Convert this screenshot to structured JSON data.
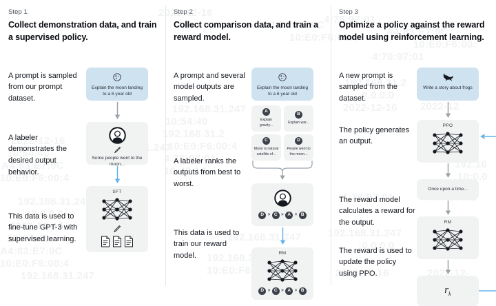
{
  "diagram_title": "InstructGPT / RLHF three-step training process",
  "columns": [
    {
      "step_label": "Step 1",
      "headline": "Collect demonstration data, and train a supervised policy.",
      "captions": [
        "A prompt is sampled from our prompt dataset.",
        "A labeler demonstrates the desired output behavior.",
        "This data is used to fine-tune GPT-3 with supervised learning."
      ],
      "prompt_card": {
        "icon": "moon-icon",
        "text": "Explain the moon landing to a 6 year old",
        "color": "#cfe2ef"
      },
      "labeler_card": {
        "icon": "labeler-icon",
        "text": "Some people went to the moon..."
      },
      "model_card": {
        "title": "SFT",
        "icon": "neural-network-icon",
        "extra_icon": "documents-icon"
      }
    },
    {
      "step_label": "Step 2",
      "headline": "Collect comparison data, and train a reward model.",
      "captions": [
        "A prompt and several model outputs are sampled.",
        "A labeler ranks the outputs from best to worst.",
        "This data is used to train our reward model."
      ],
      "prompt_card": {
        "icon": "moon-icon",
        "text": "Explain the moon landing to a 6 year old",
        "color": "#cfe2ef"
      },
      "outputs": [
        {
          "badge": "A",
          "text": "Explain gravity..."
        },
        {
          "badge": "B",
          "text": "Explain war..."
        },
        {
          "badge": "C",
          "text": "Moon is natural satellite of..."
        },
        {
          "badge": "D",
          "text": "People went to the moon..."
        }
      ],
      "ranking": {
        "items": [
          "D",
          "C",
          "A",
          "B"
        ],
        "operators": [
          ">",
          ">",
          "="
        ]
      },
      "labeler_card": {
        "icon": "labeler-icon"
      },
      "model_card": {
        "title": "RM",
        "icon": "neural-network-icon"
      }
    },
    {
      "step_label": "Step 3",
      "headline": "Optimize a policy against the reward model using reinforcement learning.",
      "captions": [
        "A new prompt is sampled from the dataset.",
        "The policy generates an output.",
        "The reward model calculates a reward for the output.",
        "The reward is used to update the policy using PPO."
      ],
      "prompt_card": {
        "icon": "frog-icon",
        "text": "Write a story about frogs",
        "color": "#cfe2ef"
      },
      "policy_card": {
        "title": "PPO",
        "icon": "neural-network-icon"
      },
      "output_card": {
        "text": "Once upon a time..."
      },
      "reward_model_card": {
        "title": "RM",
        "icon": "neural-network-icon"
      },
      "reward_card": {
        "symbol": "r",
        "subscript": "k"
      },
      "feedback_loop": {
        "label": "feedback-arrow",
        "color": "#5ea9e0"
      }
    }
  ],
  "colors": {
    "card_gray": "#f1f2f2",
    "card_blue": "#cfe2ef",
    "arrow_gray": "#9aa4ad",
    "arrow_blue": "#63b2e8",
    "badge_dark": "#3c4049",
    "divider": "#e6e7e9"
  },
  "watermark_fragments": [
    "2022-12-16",
    "10:54:40",
    "A4:83:E7:9C",
    "10:E0:F6:00:4",
    "192.168.31.247",
    ":0.0.0.0",
    "4:78:97:01",
    "16:42:14",
    "192.168.31.247",
    "10:54:40",
    "A4:83:E7:9C",
    "2022-12-16",
    ":0.0.0.0",
    "4:78:97:01",
    "16:42:14",
    "192.168.31.2",
    "10:E0:F6:00:4"
  ]
}
